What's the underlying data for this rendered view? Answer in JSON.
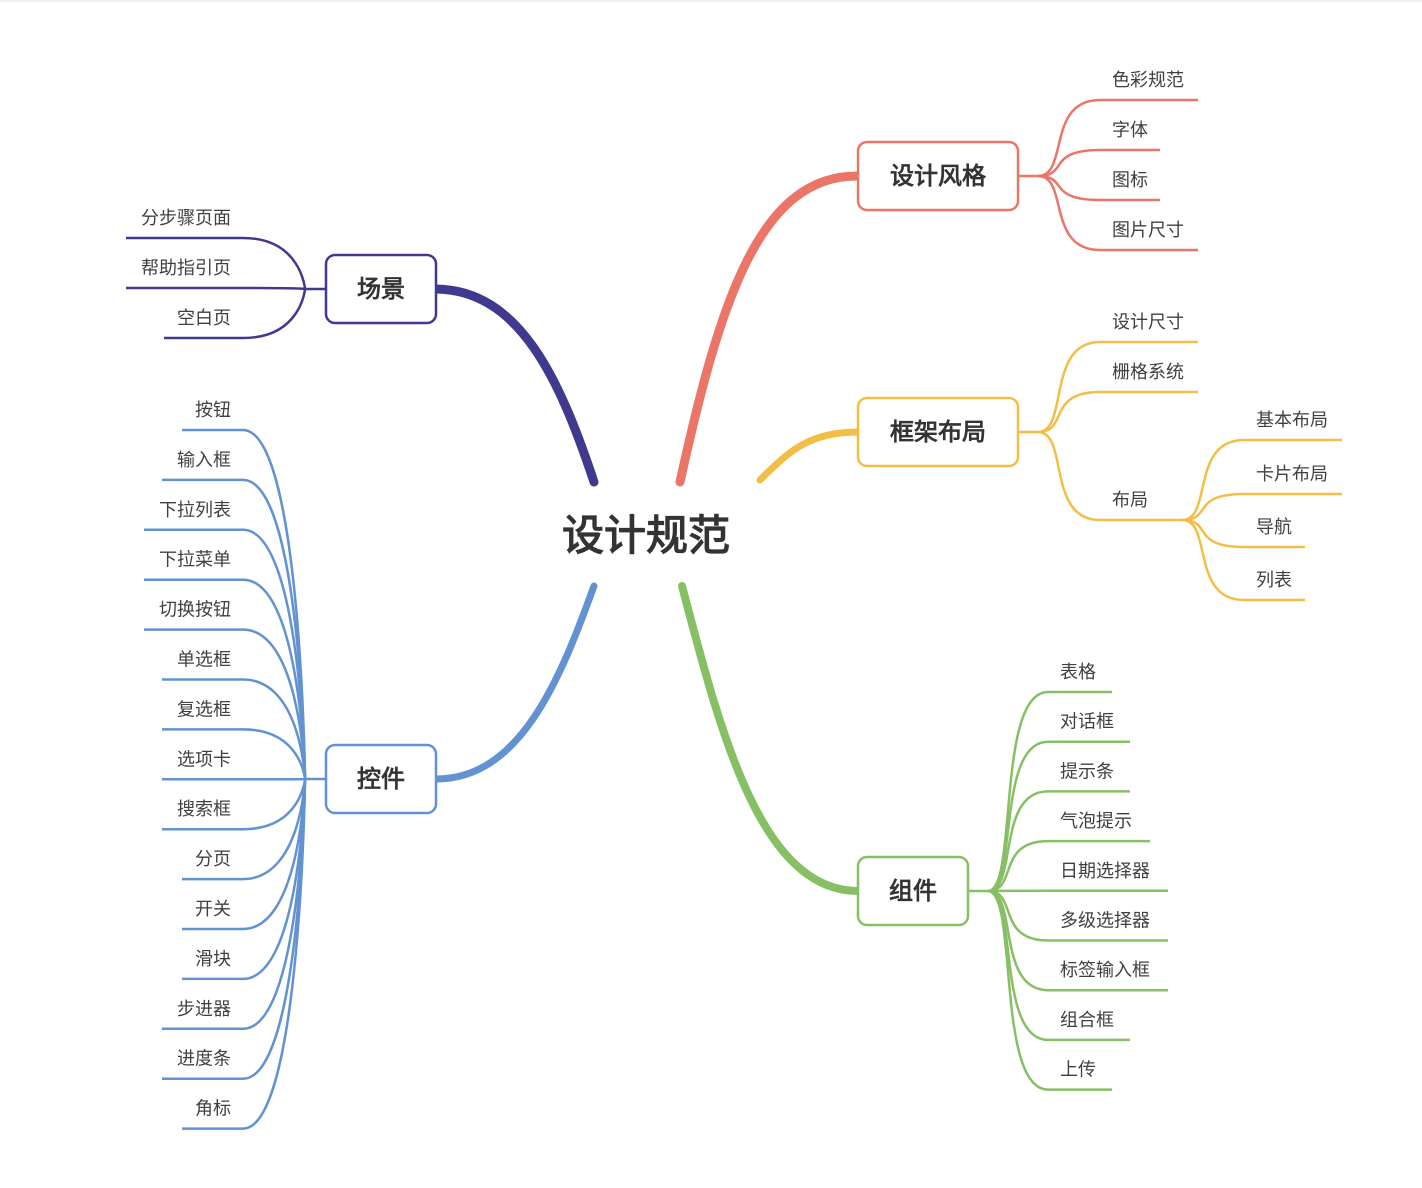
{
  "root": {
    "label": "设计规范"
  },
  "colors": {
    "style": "#EB7567",
    "layout": "#F2BE45",
    "scene": "#3F3A8E",
    "control": "#6292D1",
    "component": "#87C064"
  },
  "topics": [
    {
      "id": "style",
      "label": "设计风格",
      "children": [
        {
          "label": "色彩规范"
        },
        {
          "label": "字体"
        },
        {
          "label": "图标"
        },
        {
          "label": "图片尺寸"
        }
      ]
    },
    {
      "id": "layout",
      "label": "框架布局",
      "children": [
        {
          "label": "设计尺寸"
        },
        {
          "label": "栅格系统"
        },
        {
          "label": "布局",
          "children": [
            {
              "label": "基本布局"
            },
            {
              "label": "卡片布局"
            },
            {
              "label": "导航"
            },
            {
              "label": "列表"
            }
          ]
        }
      ]
    },
    {
      "id": "scene",
      "label": "场景",
      "children": [
        {
          "label": "分步骤页面"
        },
        {
          "label": "帮助指引页"
        },
        {
          "label": "空白页"
        }
      ]
    },
    {
      "id": "control",
      "label": "控件",
      "children": [
        {
          "label": "按钮"
        },
        {
          "label": "输入框"
        },
        {
          "label": "下拉列表"
        },
        {
          "label": "下拉菜单"
        },
        {
          "label": "切换按钮"
        },
        {
          "label": "单选框"
        },
        {
          "label": "复选框"
        },
        {
          "label": "选项卡"
        },
        {
          "label": "搜索框"
        },
        {
          "label": "分页"
        },
        {
          "label": "开关"
        },
        {
          "label": "滑块"
        },
        {
          "label": "步进器"
        },
        {
          "label": "进度条"
        },
        {
          "label": "角标"
        }
      ]
    },
    {
      "id": "component",
      "label": "组件",
      "children": [
        {
          "label": "表格"
        },
        {
          "label": "对话框"
        },
        {
          "label": "提示条"
        },
        {
          "label": "气泡提示"
        },
        {
          "label": "日期选择器"
        },
        {
          "label": "多级选择器"
        },
        {
          "label": "标签输入框"
        },
        {
          "label": "组合框"
        },
        {
          "label": "上传"
        }
      ]
    }
  ]
}
